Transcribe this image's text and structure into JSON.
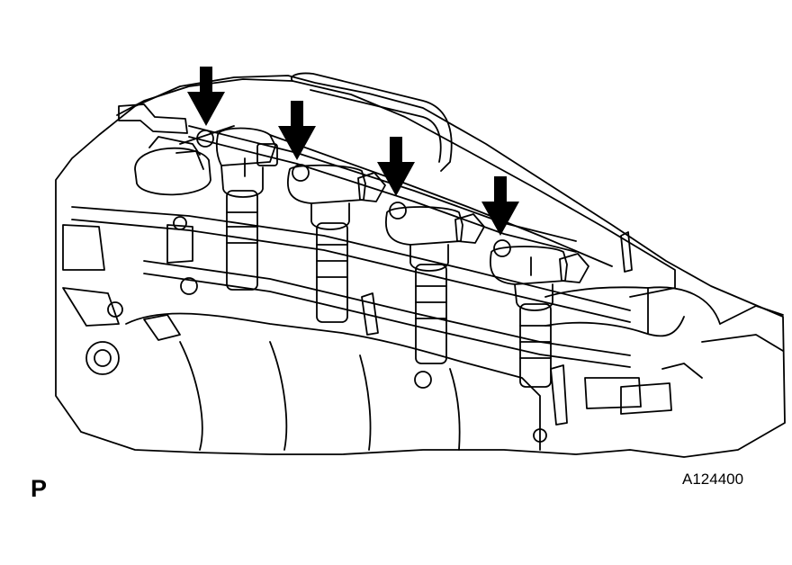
{
  "labels": {
    "view_letter": "P",
    "figure_id": "A124400"
  },
  "arrows": [
    {
      "name": "arrow-cylinder-1"
    },
    {
      "name": "arrow-cylinder-2"
    },
    {
      "name": "arrow-cylinder-3"
    },
    {
      "name": "arrow-cylinder-4"
    }
  ],
  "colors": {
    "line": "#000000",
    "background": "#ffffff"
  }
}
